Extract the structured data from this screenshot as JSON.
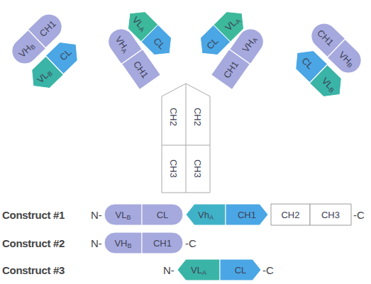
{
  "diagram": {
    "nodes": [
      {
        "text": [
          "VH",
          "B"
        ]
      },
      {
        "text": [
          "CH1"
        ]
      },
      {
        "text": [
          "VL",
          "B"
        ]
      },
      {
        "text": [
          "CL"
        ]
      },
      {
        "text": [
          "VL",
          "A"
        ]
      },
      {
        "text": [
          "CL"
        ]
      },
      {
        "text": [
          "VH",
          "A"
        ]
      },
      {
        "text": [
          "CH1"
        ]
      },
      {
        "text": [
          "CL"
        ]
      },
      {
        "text": [
          "VL",
          "A"
        ]
      },
      {
        "text": [
          "VH",
          "A"
        ]
      },
      {
        "text": [
          "CH1"
        ]
      },
      {
        "text": [
          "CH1"
        ]
      },
      {
        "text": [
          "VH",
          "B"
        ]
      },
      {
        "text": [
          "CL"
        ]
      },
      {
        "text": [
          "VL",
          "B"
        ]
      },
      {
        "text": [
          "CH2"
        ]
      },
      {
        "text": [
          "CH2"
        ]
      },
      {
        "text": [
          "CH3"
        ]
      },
      {
        "text": [
          "CH3"
        ]
      },
      {
        "text": [
          "VL",
          "B"
        ]
      },
      {
        "text": [
          "CL"
        ]
      },
      {
        "text": [
          "Vh",
          "A"
        ]
      },
      {
        "text": [
          "CH1"
        ]
      },
      {
        "text": [
          "CH2"
        ]
      },
      {
        "text": [
          "CH3"
        ]
      },
      {
        "text": [
          "VH",
          "B"
        ]
      },
      {
        "text": [
          "CH1"
        ]
      },
      {
        "text": [
          "VL",
          "A"
        ]
      },
      {
        "text": [
          "CL"
        ]
      }
    ],
    "labels": [
      "Construct #1",
      "N-",
      "-C",
      "Construct #2",
      "N-",
      "-C",
      "Construct #3",
      "N-",
      "-C"
    ]
  }
}
